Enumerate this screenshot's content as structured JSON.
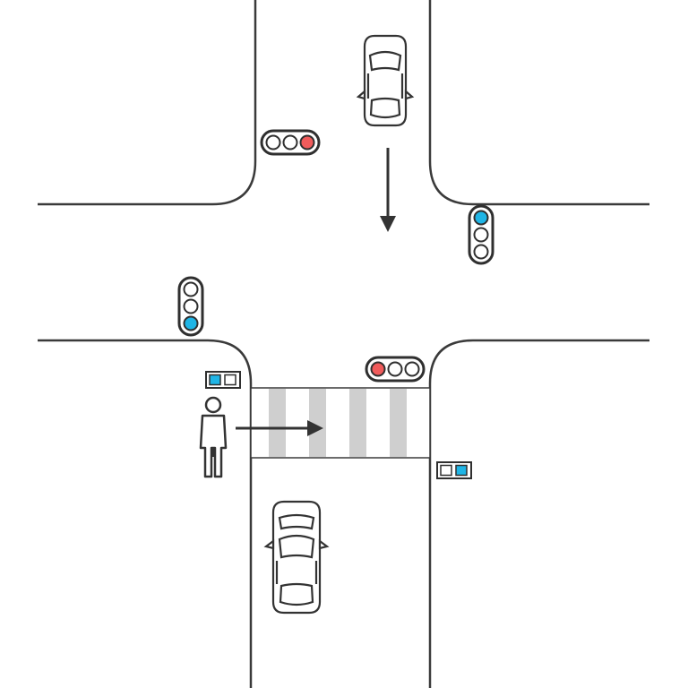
{
  "colors": {
    "background": "#ffffff",
    "road_edge": "#3a3a3a",
    "stripe": "#cfcfcf",
    "light_frame": "#2f2f2f",
    "red": "#f05b5b",
    "blue": "#1fb5e6",
    "off": "#ffffff",
    "arrow": "#333333"
  },
  "traffic_lights": [
    {
      "name": "top-horizontal",
      "orientation": "horizontal",
      "lamps": [
        "off",
        "off",
        "red"
      ]
    },
    {
      "name": "right-vertical",
      "orientation": "vertical",
      "lamps": [
        "blue",
        "off",
        "off"
      ]
    },
    {
      "name": "left-vertical",
      "orientation": "vertical",
      "lamps": [
        "off",
        "off",
        "blue"
      ]
    },
    {
      "name": "bottom-horizontal",
      "orientation": "horizontal",
      "lamps": [
        "red",
        "off",
        "off"
      ]
    }
  ],
  "pedestrian_signals": [
    {
      "name": "near",
      "lamps": [
        "blue",
        "off"
      ]
    },
    {
      "name": "far",
      "lamps": [
        "off",
        "blue"
      ]
    }
  ],
  "crosswalk": {
    "stripe_count": 4
  },
  "vehicles": [
    {
      "name": "car-north",
      "heading": "south"
    },
    {
      "name": "car-south",
      "heading": "north"
    }
  ],
  "movement_arrows": [
    {
      "name": "car-direction",
      "direction": "down"
    },
    {
      "name": "pedestrian-direction",
      "direction": "right"
    }
  ]
}
